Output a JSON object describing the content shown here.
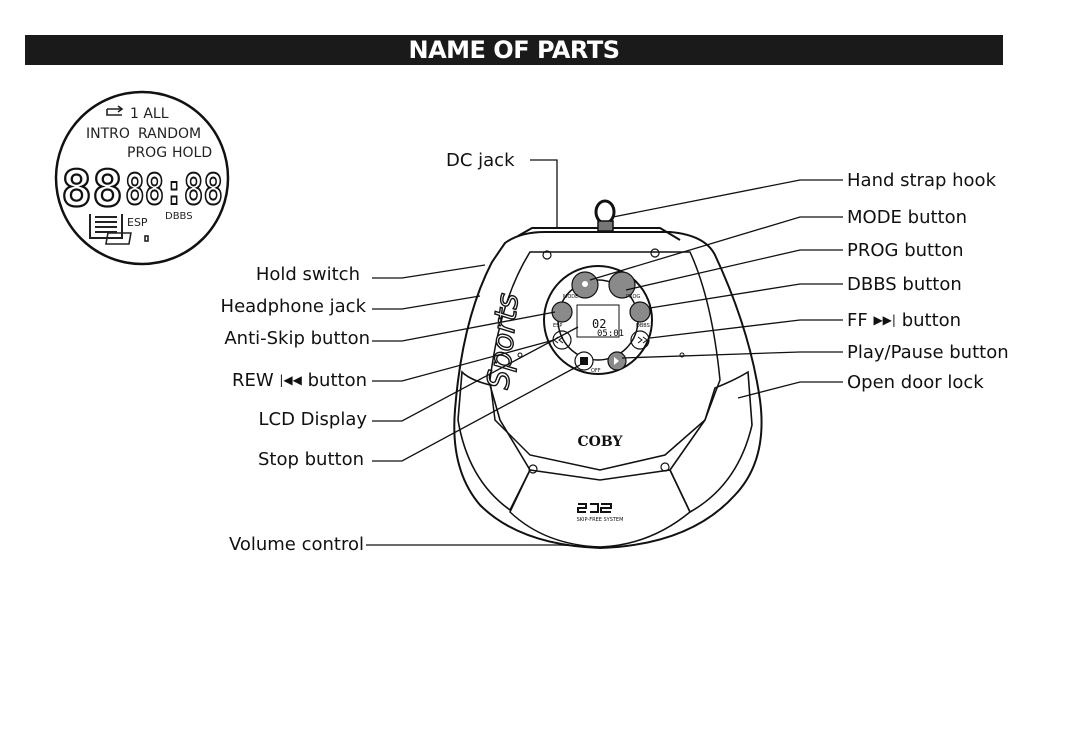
{
  "title": "NAME OF PARTS",
  "lcd": {
    "repeat": "1 ALL",
    "intro": "INTRO",
    "random": "RANDOM",
    "prog": "PROG",
    "hold": "HOLD",
    "digits_track": "88",
    "digits_time": "88:88",
    "esp": "ESP",
    "dbbs": "DBBS",
    "icons": [
      "repeat-icon",
      "esp-level-icon",
      "battery-icon"
    ]
  },
  "device": {
    "brand": "COBY",
    "side_text": "Sports",
    "mini_lcd_track": "02",
    "mini_lcd_time": "05:01",
    "button_mode": "MODE",
    "button_prog": "PROG",
    "button_esp": "ESP",
    "button_dbbs": "DBBS",
    "off_label": "OFF",
    "logo_tagline": "SKIP-FREE SYSTEM"
  },
  "labels_left": {
    "hold_switch": "Hold switch",
    "headphone_jack": "Headphone jack",
    "anti_skip": "Anti-Skip button",
    "rew": "REW",
    "rew_button": "button",
    "lcd_display": "LCD Display",
    "stop_button": "Stop button",
    "volume_control": "Volume control"
  },
  "labels_right": {
    "dc_jack": "DC jack",
    "hand_strap_hook": "Hand strap hook",
    "mode_button": "MODE button",
    "prog_button": "PROG button",
    "dbbs_button": "DBBS button",
    "ff": "FF",
    "ff_button": "button",
    "play_pause": "Play/Pause button",
    "open_door_lock": "Open door lock"
  },
  "colors": {
    "ink": "#111111",
    "title_bg": "#1a1a1a",
    "title_fg": "#ffffff",
    "button_fill": "#8a8a8a"
  }
}
